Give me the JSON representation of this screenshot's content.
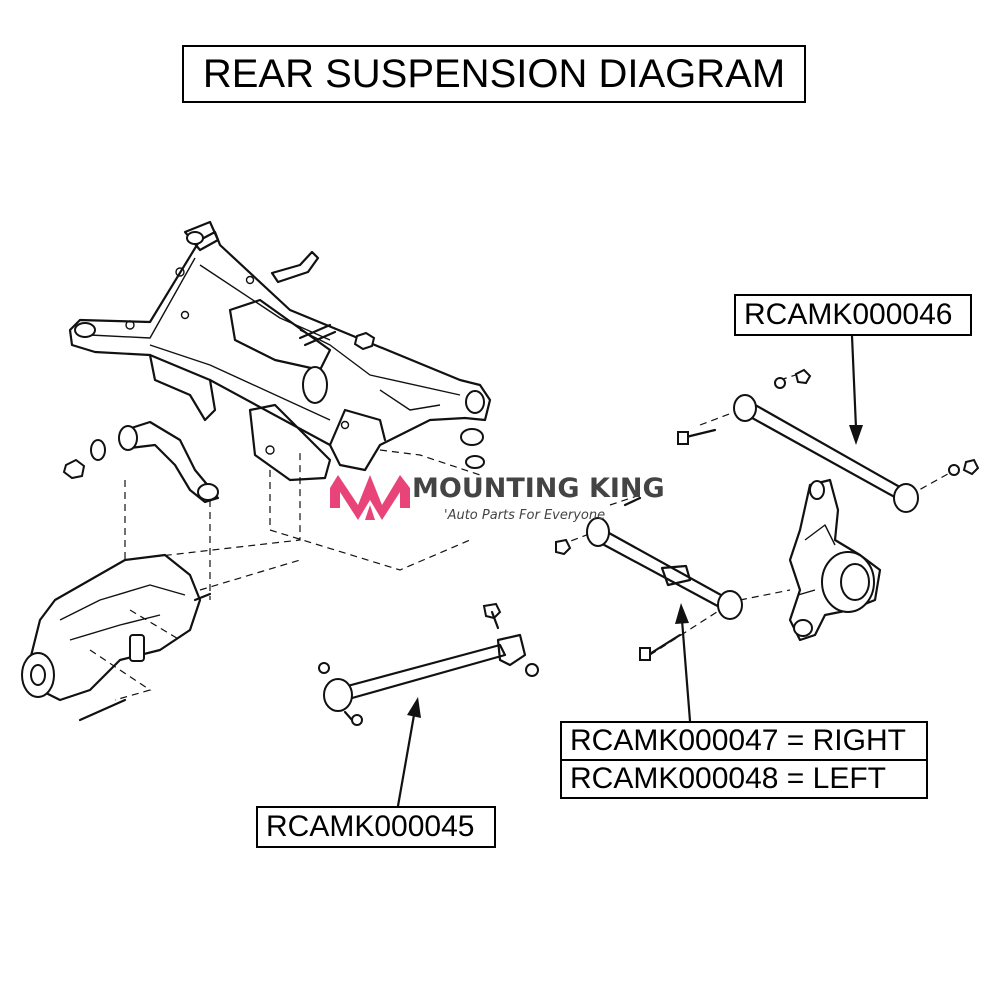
{
  "title": "REAR SUSPENSION DIAGRAM",
  "labels": {
    "rcamk000046": "RCAMK000046",
    "rcamk000045": "RCAMK000045",
    "rcamk000047": "RCAMK000047 = RIGHT",
    "rcamk000048": "RCAMK000048 = LEFT"
  },
  "logo": {
    "name": "MOUNTING KING",
    "tagline": "'Auto Parts For Everyone",
    "accent_color": "#e8447a",
    "text_color": "#444444"
  },
  "icons": [
    "subframe",
    "differential",
    "lateral-arm",
    "trailing-arm",
    "toe-link",
    "knuckle",
    "bolt",
    "nut",
    "washer",
    "bushing"
  ]
}
